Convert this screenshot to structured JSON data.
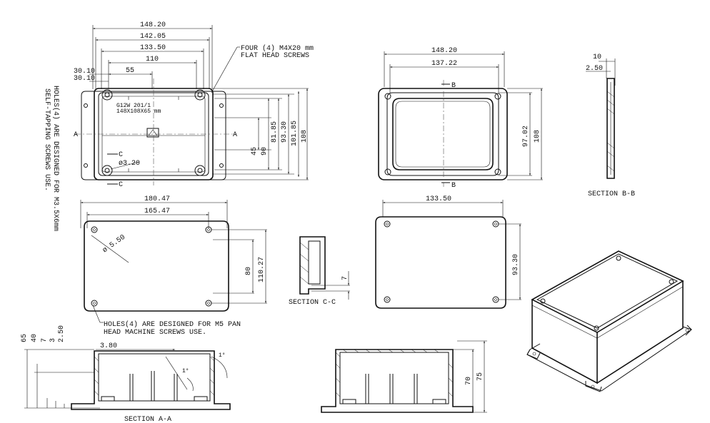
{
  "top_view": {
    "dims_horizontal": [
      "148.20",
      "142.05",
      "133.50",
      "110",
      "55"
    ],
    "dims_left": [
      "30.10",
      "30.10"
    ],
    "dims_vertical": [
      "45",
      "90",
      "81.85",
      "93.30",
      "101.85",
      "108"
    ],
    "screws_note": [
      "FOUR (4) M4X20 mm",
      "FLAT HEAD SCREWS"
    ],
    "holes_note": [
      "HOLES(4) ARE DESIGNED FOR M3.5X6mm",
      "SELF-TAPPING SCREWS USE."
    ],
    "section_mark_a": "A",
    "section_mark_c": "C",
    "diameter": "ø3.20"
  },
  "lid_top_view": {
    "dims_horizontal": [
      "148.20",
      "137.22"
    ],
    "dims_vertical": [
      "97.02",
      "108"
    ],
    "section_mark_b": "B"
  },
  "section_bb": {
    "dims": [
      "10",
      "2.50"
    ],
    "title": "SECTION B-B"
  },
  "base_view": {
    "dims_horizontal": [
      "180.47",
      "165.47"
    ],
    "dims_vertical": [
      "80",
      "110.27"
    ],
    "diameter": "ø 5.50",
    "holes_note": [
      "HOLES(4) ARE DESIGNED FOR M5 PAN",
      "HEAD MACHINE SCREWS USE."
    ]
  },
  "section_cc": {
    "dim": "7",
    "title": "SECTION C-C"
  },
  "lid_bottom_view": {
    "dim_horizontal": "133.50",
    "dim_vertical": "93.30"
  },
  "section_aa": {
    "dims_left": [
      "65",
      "40",
      "7",
      "3",
      "2.50"
    ],
    "dim_top": "3.80",
    "angles": [
      "1°",
      "1°"
    ],
    "title": "SECTION A-A"
  },
  "side_section": {
    "dims": [
      "70",
      "75"
    ]
  }
}
